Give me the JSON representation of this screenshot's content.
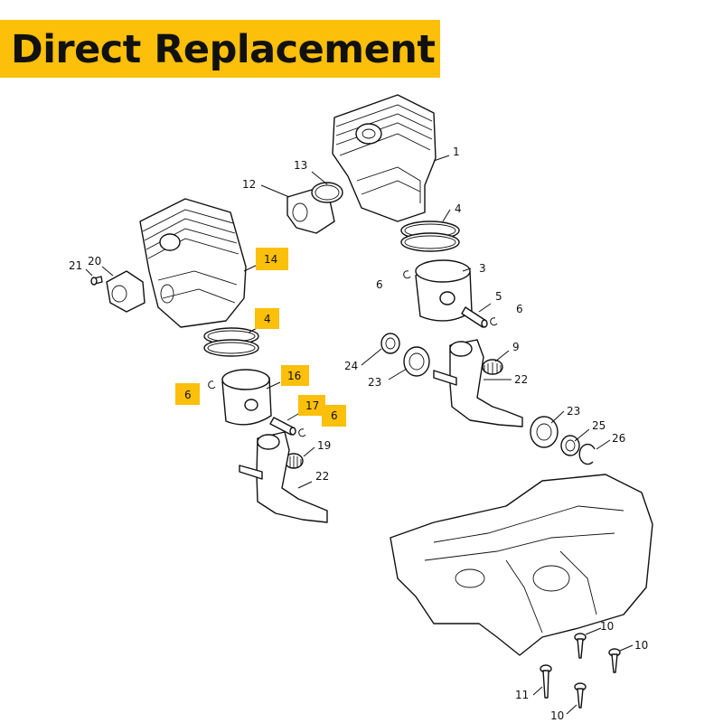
{
  "banner": {
    "title": "Direct Replacement",
    "color": "#fcbf0a"
  },
  "callouts": {
    "original": [
      "1",
      "3",
      "4",
      "5",
      "6",
      "6",
      "9",
      "12",
      "13",
      "22",
      "23",
      "23",
      "24",
      "25",
      "26",
      "10",
      "10",
      "10",
      "11"
    ],
    "replacement_highlighted": [
      "14",
      "4",
      "16",
      "6",
      "17",
      "6"
    ],
    "replacement_plain": [
      "21",
      "20",
      "19",
      "22"
    ]
  },
  "icons": [
    "cylinder",
    "piston",
    "piston-ring",
    "circlip",
    "piston-pin",
    "needle-bearing",
    "crankshaft",
    "ball-bearing",
    "oil-seal",
    "intake-manifold",
    "hose-clamp",
    "screw",
    "crankcase"
  ]
}
